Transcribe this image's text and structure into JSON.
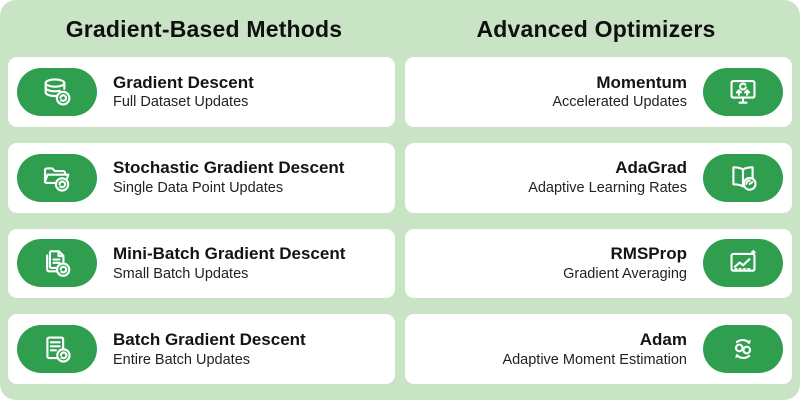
{
  "theme": {
    "page_background": "#c9e4c5",
    "card_background": "#ffffff",
    "accent_green": "#2f9e4f",
    "title_text": "#141414",
    "subtitle_text": "#222222"
  },
  "columns": [
    {
      "title": "Gradient-Based Methods",
      "items": [
        {
          "title": "Gradient Descent",
          "subtitle": "Full Dataset Updates",
          "icon": "database-refresh-icon"
        },
        {
          "title": "Stochastic Gradient Descent",
          "subtitle": "Single Data Point Updates",
          "icon": "folder-refresh-icon"
        },
        {
          "title": "Mini-Batch Gradient Descent",
          "subtitle": "Small Batch Updates",
          "icon": "documents-refresh-icon"
        },
        {
          "title": "Batch Gradient Descent",
          "subtitle": "Entire Batch Updates",
          "icon": "list-refresh-icon"
        }
      ]
    },
    {
      "title": "Advanced Optimizers",
      "items": [
        {
          "title": "Momentum",
          "subtitle": "Accelerated Updates",
          "icon": "monitor-up-arrows-icon"
        },
        {
          "title": "AdaGrad",
          "subtitle": "Adaptive Learning Rates",
          "icon": "book-gauge-icon"
        },
        {
          "title": "RMSProp",
          "subtitle": "Gradient Averaging",
          "icon": "chart-line-icon"
        },
        {
          "title": "Adam",
          "subtitle": "Adaptive Moment Estimation",
          "icon": "sync-gears-icon"
        }
      ]
    }
  ]
}
